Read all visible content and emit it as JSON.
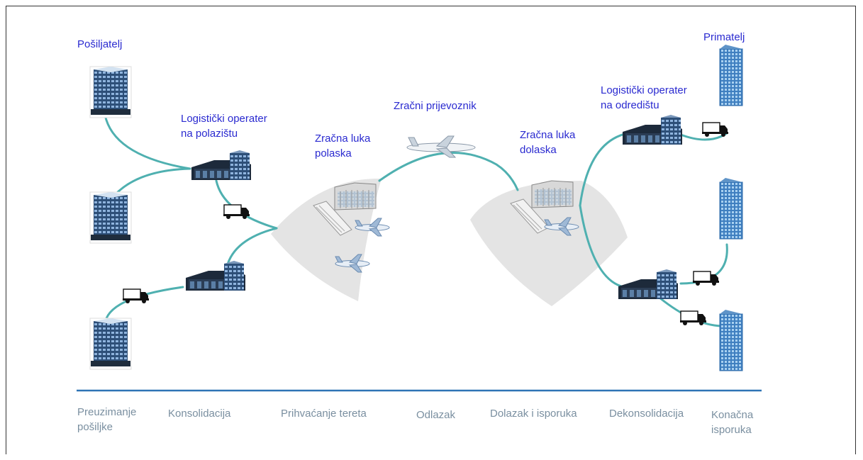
{
  "actors": {
    "sender": "Pošiljatelj",
    "origin_operator": "Logistički operater\nna polazištu",
    "departure_airport": "Zračna luka\npolaska",
    "carrier": "Zračni prijevoznik",
    "arrival_airport": "Zračna luka\ndolaska",
    "destination_operator": "Logistički operater\nna odredištu",
    "recipient": "Primatelj"
  },
  "stages": [
    "Preuzimanje\npošiljke",
    "Konsolidacija",
    "Prihvaćanje tereta",
    "Odlazak",
    "Dolazak i isporuka",
    "Dekonsolidacija",
    "Konačna\nisporuka"
  ],
  "icons": {
    "office_building": "office-building-icon",
    "warehouse": "warehouse-icon",
    "truck": "truck-icon",
    "airport_terminal": "airport-terminal-icon",
    "airplane": "airplane-icon",
    "skyscraper": "skyscraper-icon"
  },
  "colors": {
    "label": "#2a2ad0",
    "stage_text": "#7a8fa0",
    "connector": "#4fb0b0",
    "timeline": "#2e74b5",
    "airport_zone": "#e4e4e4"
  }
}
